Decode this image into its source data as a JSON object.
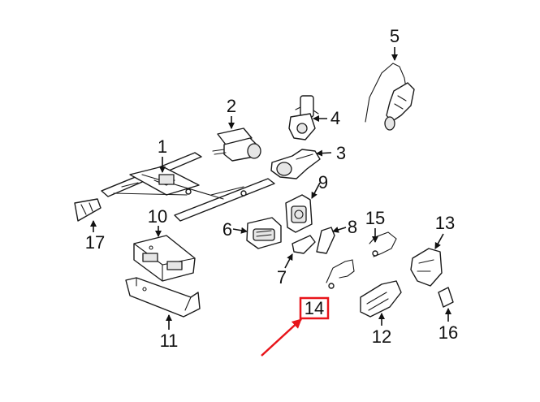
{
  "colors": {
    "line": "#111111",
    "highlight": "#e8141a",
    "background": "#ffffff"
  },
  "callouts": {
    "c1": "1",
    "c2": "2",
    "c3": "3",
    "c4": "4",
    "c5": "5",
    "c6": "6",
    "c7": "7",
    "c8": "8",
    "c9": "9",
    "c10": "10",
    "c11": "11",
    "c12": "12",
    "c13": "13",
    "c14": "14",
    "c15": "15",
    "c16": "16",
    "c17": "17"
  },
  "highlighted_callout": "14"
}
